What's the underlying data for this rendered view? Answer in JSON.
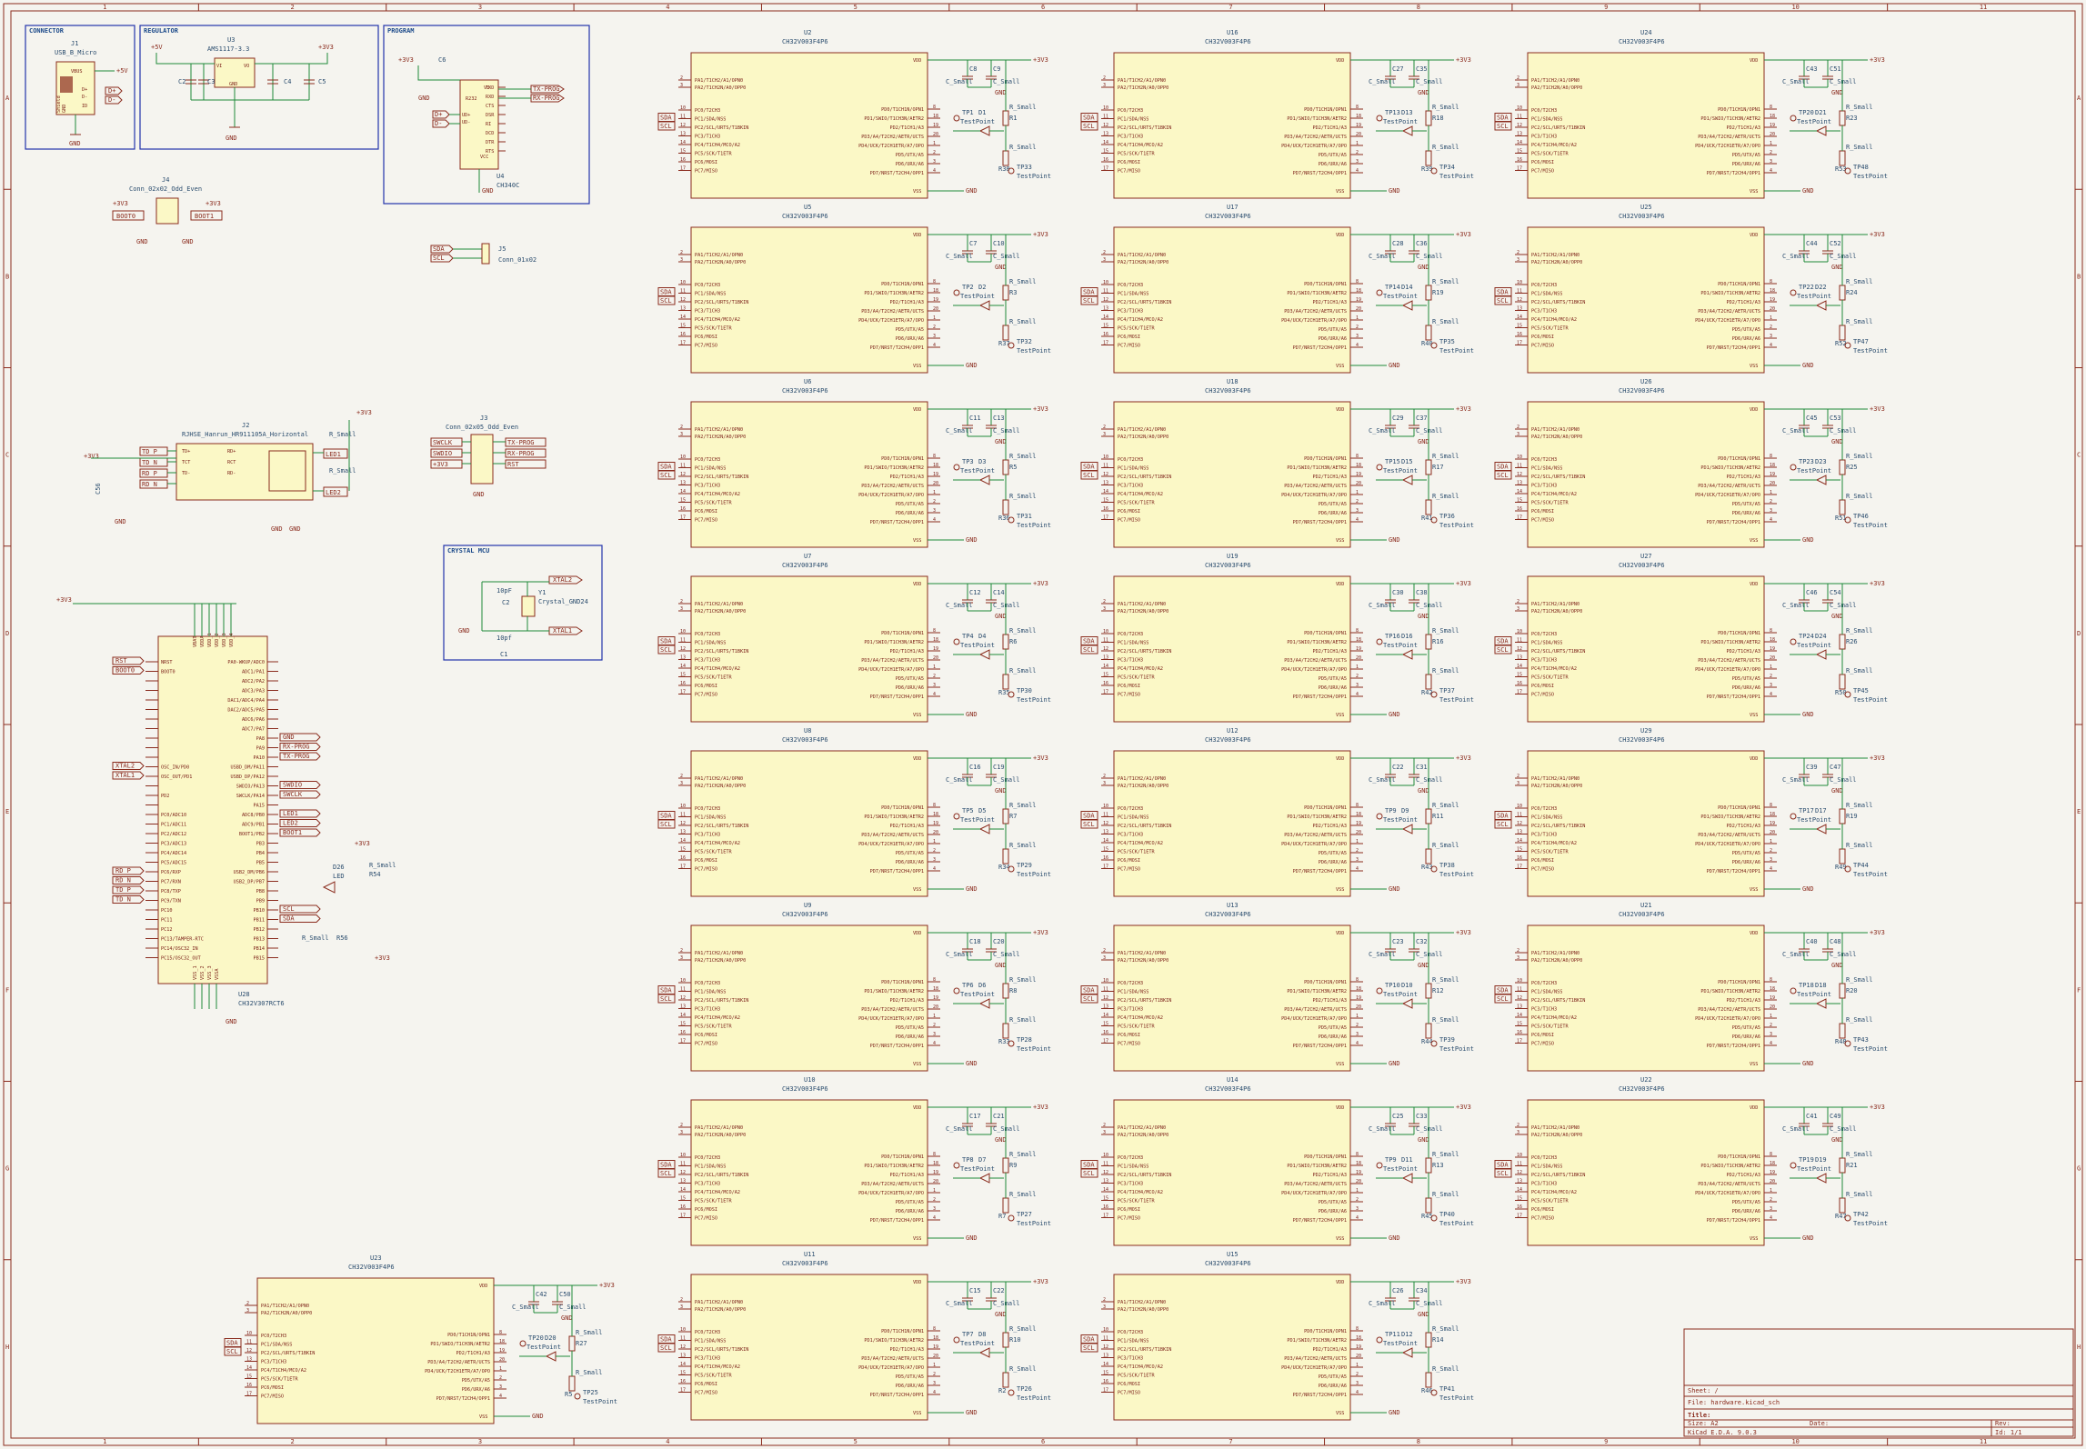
{
  "border": {
    "cols": [
      "1",
      "2",
      "3",
      "4",
      "5",
      "6",
      "7",
      "8",
      "9",
      "10",
      "11"
    ],
    "rows": [
      "A",
      "B",
      "C",
      "D",
      "E",
      "F",
      "G",
      "H"
    ]
  },
  "title_block": {
    "sheet": "Sheet: /",
    "file": "File: hardware.kicad_sch",
    "title": "Title:",
    "size": "Size: A2",
    "date": "Date:",
    "rev": "Rev:",
    "tool": "KiCad E.D.A. 9.0.3",
    "id": "Id: 1/1"
  },
  "boxes": {
    "connector": "CONNECTOR",
    "regulator": "REGULATOR",
    "program": "PROGRAM",
    "crystal": "CRYSTAL MCU"
  },
  "connector": {
    "ref": "J1",
    "value": "USB_B_Micro",
    "pins": [
      "VBUS",
      "D+",
      "D-",
      "ID"
    ],
    "shield": "Shield",
    "gnd_pin": "GND",
    "net_5v": "+5V",
    "net_dp": "D+",
    "net_dm": "D-",
    "gnd": "GND"
  },
  "regulator": {
    "ref": "U3",
    "value": "AMS1117-3.3",
    "vi": "VI",
    "vo": "VO",
    "gnd_pin": "GND",
    "in_net": "+5V",
    "out_net": "+3V3",
    "c_in": [
      "C3",
      "C2"
    ],
    "c_out": [
      "C4",
      "C5"
    ],
    "gnd": "GND"
  },
  "program": {
    "ref": "U4",
    "value": "CH340C",
    "chip_name": "R232",
    "cap": "C6",
    "net_3v3": "+3V3",
    "gnd": "GND",
    "left_pins": [
      "V3",
      "VCC",
      "UD+",
      "UD-"
    ],
    "right_pins": [
      "TXD",
      "RXD",
      "CTS",
      "DSR",
      "RI",
      "DCD",
      "DTR",
      "RTS"
    ],
    "tx": "TX-PROG",
    "rx": "RX-PROG",
    "dp": "D+",
    "dm": "D-"
  },
  "j4": {
    "ref": "J4",
    "value": "Conn_02x02_Odd_Even",
    "nets": [
      "+3V3",
      "+3V3",
      "BOOT0",
      "BOOT1",
      "GND",
      "GND"
    ]
  },
  "j5": {
    "ref": "J5",
    "value": "Conn_01x02",
    "nets": [
      "SDA",
      "SCL"
    ]
  },
  "j2": {
    "ref": "J2",
    "value": "RJHSE_Hanrun_HR911105A_Horizontal",
    "left": [
      "TD_P",
      "TD_N",
      "RD_P",
      "RD_N"
    ],
    "inner": [
      "TD+",
      "TCT",
      "TD-",
      "RD+",
      "RCT",
      "RD-"
    ],
    "net_3v3": "+3V3",
    "cap": "C56",
    "r1": "R_Small",
    "r2": "R_Small",
    "leds": [
      "LED1",
      "LED2"
    ],
    "gnd": "GND"
  },
  "j3": {
    "ref": "J3",
    "value": "Conn_02x05_Odd_Even",
    "left": [
      "SWCLK",
      "SWDIO",
      "+3V3"
    ],
    "right": [
      "TX-PROG",
      "RX-PROG",
      "RST"
    ],
    "gnd": "GND"
  },
  "crystal": {
    "c_top": "10pF",
    "c_top_ref": "C2",
    "c_bot": "10pf",
    "c_bot_ref": "C1",
    "y_ref": "Y1",
    "y_value": "Crystal_GND24",
    "xtal2": "XTAL2",
    "xtal1": "XTAL1",
    "gnd": "GND"
  },
  "mcu": {
    "ref": "U28",
    "value": "CH32V307RCT6",
    "net_3v3": "+3V3",
    "gnd": "GND",
    "left_pins": [
      "NRST",
      "BOOT0",
      "",
      "",
      "",
      "",
      "",
      "",
      "",
      "",
      "",
      "OSC_IN/PD0",
      "OSC_OUT/PD1",
      "",
      "PD2",
      "",
      "PC0/ADC10",
      "PC1/ADC11",
      "PC2/ADC12",
      "PC3/ADC13",
      "PC4/ADC14",
      "PC5/ADC15",
      "PC6/RXP",
      "PC7/RXN",
      "PC8/TXP",
      "PC9/TXN",
      "PC10",
      "PC11",
      "PC12",
      "PC13/TAMPER-RTC",
      "PC14/OSC32_IN",
      "PC15/OSC32_OUT"
    ],
    "left_nets": [
      "RST",
      "BOOT0",
      "XTAL2",
      "XTAL1",
      "RD_P",
      "RD_N",
      "TD_P",
      "TD_N"
    ],
    "right_pins": [
      "PA0-WKUP/ADC0",
      "ADC1/PA1",
      "ADC2/PA2",
      "ADC3/PA3",
      "DAC1/ADC4/PA4",
      "DAC2/ADC5/PA5",
      "ADC6/PA6",
      "ADC7/PA7",
      "PA8",
      "PA9",
      "PA10",
      "USBD_DM/PA11",
      "USBD_DP/PA12",
      "SWDIO/PA13",
      "SWCLK/PA14",
      "PA15",
      "ADC8/PB0",
      "ADC9/PB1",
      "BOOT1/PB2",
      "PB3",
      "PB4",
      "PB5",
      "USB2_DM/PB6",
      "USB2_DP/PB7",
      "PB8",
      "PB9",
      "PB10",
      "PB11",
      "PB12",
      "PB13",
      "PB14",
      "PB15"
    ],
    "right_nets": [
      "GND",
      "RX-PROG",
      "TX-PROG",
      "SWDIO",
      "SWCLK",
      "LED1",
      "LED2",
      "BOOT1",
      "SCL",
      "SDA"
    ],
    "top_pins": [
      "VBAT",
      "VDDA",
      "VDD_1",
      "VDD_2",
      "VDD_3",
      "VDD_4"
    ],
    "bot_pins": [
      "VSS_1",
      "VSS_2",
      "VSS_3",
      "VSSA"
    ],
    "led_ref": "D26",
    "led_value": "LED",
    "r_led": "R_Small",
    "r_led_ref": "R54",
    "r_i2c": "R_Small",
    "r_i2c_ref": "R56",
    "net_3v3_b": "+3V3"
  },
  "slave": {
    "value": "CH32V003F4P6",
    "vdd": "VDD",
    "vss": "VSS",
    "left_pins": [
      "PA1/T1CH2/A1/OPN0",
      "PA2/T1CH2N/A0/OPP0",
      "PC0/T2CH3",
      "PC1/SDA/NSS",
      "PC2/SCL/URTS/T1BKIN",
      "PC3/T1CH3",
      "PC4/T1CH4/MCO/A2",
      "PC5/SCK/T1ETR",
      "PC6/MOSI",
      "PC7/MISO"
    ],
    "left_nums": [
      "2",
      "3",
      "10",
      "11",
      "12",
      "13",
      "14",
      "15",
      "16",
      "17"
    ],
    "right_pins": [
      "PD0/T1CH1N/OPN1",
      "PD1/SWIO/T1CH3N/AETR2",
      "PD2/T1CH1/A3",
      "PD3/A4/T2CH2/AETR/UCTS",
      "PD4/UCK/T2CH1ETR/A7/OPO",
      "PD5/UTX/A5",
      "PD6/URX/A6",
      "PD7/NRST/T2CH4/OPP1"
    ],
    "right_nums": [
      "8",
      "18",
      "19",
      "20",
      "1",
      "2",
      "3",
      "4"
    ],
    "sda": "SDA",
    "scl": "SCL",
    "net_3v3": "+3V3",
    "gnd": "GND",
    "c_small": "C_Small",
    "r_small": "R_Small",
    "testpoint": "TestPoint"
  },
  "slaves": [
    {
      "u": "U2",
      "c1": "C8",
      "c2": "C9",
      "tp": "TP1",
      "d": "D1",
      "r": "R1",
      "tp2": "TP33",
      "r2": "R38"
    },
    {
      "u": "U5",
      "c1": "C7",
      "c2": "C10",
      "tp": "TP2",
      "d": "D2",
      "r": "R3",
      "tp2": "TP32",
      "r2": "R37"
    },
    {
      "u": "U6",
      "c1": "C11",
      "c2": "C13",
      "tp": "TP3",
      "d": "D3",
      "r": "R5",
      "tp2": "TP31",
      "r2": "R36"
    },
    {
      "u": "U7",
      "c1": "C12",
      "c2": "C14",
      "tp": "TP4",
      "d": "D4",
      "r": "R6",
      "tp2": "TP30",
      "r2": "R35"
    },
    {
      "u": "U8",
      "c1": "C16",
      "c2": "C19",
      "tp": "TP5",
      "d": "D5",
      "r": "R7",
      "tp2": "TP29",
      "r2": "R34"
    },
    {
      "u": "U9",
      "c1": "C18",
      "c2": "C20",
      "tp": "TP6",
      "d": "D6",
      "r": "R8",
      "tp2": "TP28",
      "r2": "R33"
    },
    {
      "u": "U10",
      "c1": "C17",
      "c2": "C21",
      "tp": "TP8",
      "d": "D7",
      "r": "R9",
      "tp2": "TP27",
      "r2": "R7"
    },
    {
      "u": "U11",
      "c1": "C15",
      "c2": "C22",
      "tp": "TP7",
      "d": "D8",
      "r": "R10",
      "tp2": "TP26",
      "r2": "R2"
    },
    {
      "u": "U16",
      "c1": "C27",
      "c2": "C35",
      "tp": "TP13",
      "d": "D13",
      "r": "R18",
      "tp2": "TP34",
      "r2": "R39"
    },
    {
      "u": "U17",
      "c1": "C28",
      "c2": "C36",
      "tp": "TP14",
      "d": "D14",
      "r": "R19",
      "tp2": "TP35",
      "r2": "R40"
    },
    {
      "u": "U18",
      "c1": "C29",
      "c2": "C37",
      "tp": "TP15",
      "d": "D15",
      "r": "R17",
      "tp2": "TP36",
      "r2": "R41"
    },
    {
      "u": "U19",
      "c1": "C30",
      "c2": "C38",
      "tp": "TP16",
      "d": "D16",
      "r": "R16",
      "tp2": "TP37",
      "r2": "R42"
    },
    {
      "u": "U12",
      "c1": "C22",
      "c2": "C31",
      "tp": "TP9",
      "d": "D9",
      "r": "R11",
      "tp2": "TP38",
      "r2": "R43"
    },
    {
      "u": "U13",
      "c1": "C23",
      "c2": "C32",
      "tp": "TP10",
      "d": "D10",
      "r": "R12",
      "tp2": "TP39",
      "r2": "R44"
    },
    {
      "u": "U14",
      "c1": "C25",
      "c2": "C33",
      "tp": "TP9",
      "d": "D11",
      "r": "R13",
      "tp2": "TP40",
      "r2": "R45"
    },
    {
      "u": "U15",
      "c1": "C26",
      "c2": "C34",
      "tp": "TP11",
      "d": "D12",
      "r": "R14",
      "tp2": "TP41",
      "r2": "R46"
    },
    {
      "u": "U24",
      "c1": "C43",
      "c2": "C51",
      "tp": "TP20",
      "d": "D21",
      "r": "R23",
      "tp2": "TP48",
      "r2": "R53"
    },
    {
      "u": "U25",
      "c1": "C44",
      "c2": "C52",
      "tp": "TP22",
      "d": "D22",
      "r": "R24",
      "tp2": "TP47",
      "r2": "R52"
    },
    {
      "u": "U26",
      "c1": "C45",
      "c2": "C53",
      "tp": "TP23",
      "d": "D23",
      "r": "R25",
      "tp2": "TP46",
      "r2": "R51"
    },
    {
      "u": "U27",
      "c1": "C46",
      "c2": "C54",
      "tp": "TP24",
      "d": "D24",
      "r": "R26",
      "tp2": "TP45",
      "r2": "R50"
    },
    {
      "u": "U29",
      "c1": "C39",
      "c2": "C47",
      "tp": "TP17",
      "d": "D17",
      "r": "R19",
      "tp2": "TP44",
      "r2": "R49"
    },
    {
      "u": "U21",
      "c1": "C40",
      "c2": "C48",
      "tp": "TP18",
      "d": "D18",
      "r": "R20",
      "tp2": "TP43",
      "r2": "R48"
    },
    {
      "u": "U22",
      "c1": "C41",
      "c2": "C49",
      "tp": "TP19",
      "d": "D19",
      "r": "R21",
      "tp2": "TP42",
      "r2": "R47"
    },
    {
      "u": "U23",
      "c1": "C42",
      "c2": "C50",
      "tp": "TP20",
      "d": "D20",
      "r": "R27",
      "tp2": "TP25",
      "r2": "R5"
    }
  ],
  "colors": {
    "sheet_bg": "#f5f4ef",
    "frame": "#8a2b1d",
    "wire": "#1f8a3a",
    "component_fill": "#fbf8c6",
    "component_stroke": "#8a2b1d",
    "box_blue": "#2233aa",
    "text_blue": "#1c4a8a"
  }
}
